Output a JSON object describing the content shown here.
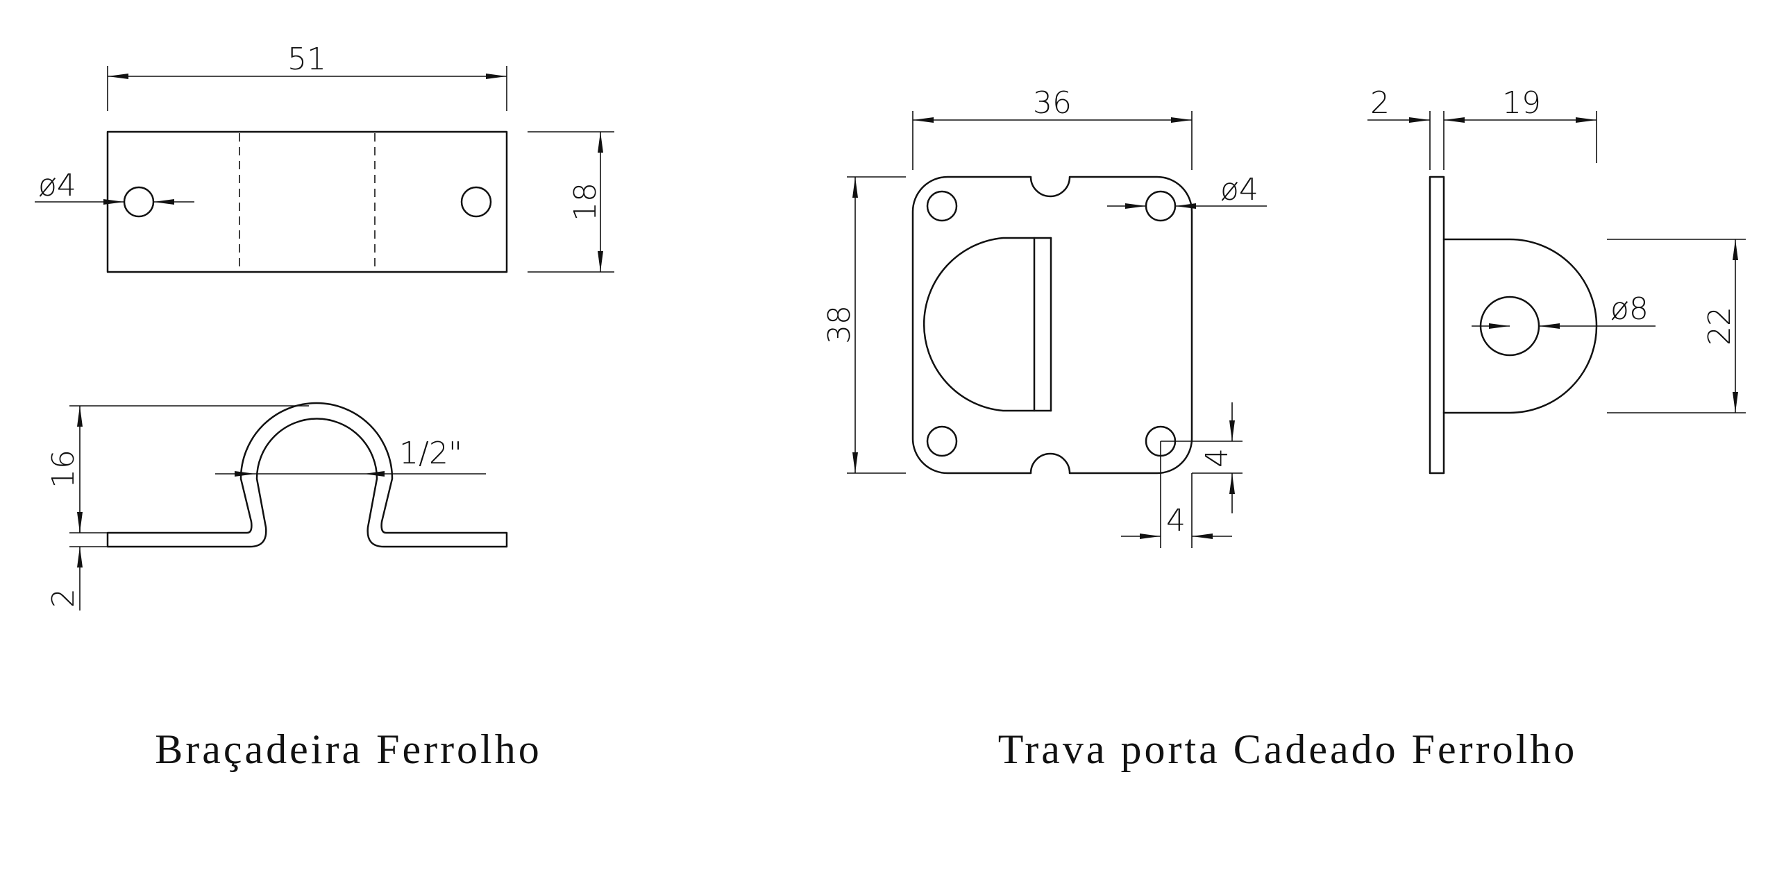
{
  "bracket": {
    "caption": "Braçadeira Ferrolho",
    "dims": {
      "length": "51",
      "height": "18",
      "hole": "ø4",
      "rise": "16",
      "thickness": "2",
      "pipe": "1/2\""
    }
  },
  "latch": {
    "caption": "Trava porta Cadeado Ferrolho",
    "dims": {
      "width": "36",
      "height": "38",
      "hole": "ø4",
      "offset_v": "4",
      "offset_h": "4",
      "plate": "2",
      "depth": "19",
      "eye": "22",
      "eye_hole": "ø8"
    }
  },
  "colors": {
    "line": "#111111",
    "background": "#ffffff"
  }
}
